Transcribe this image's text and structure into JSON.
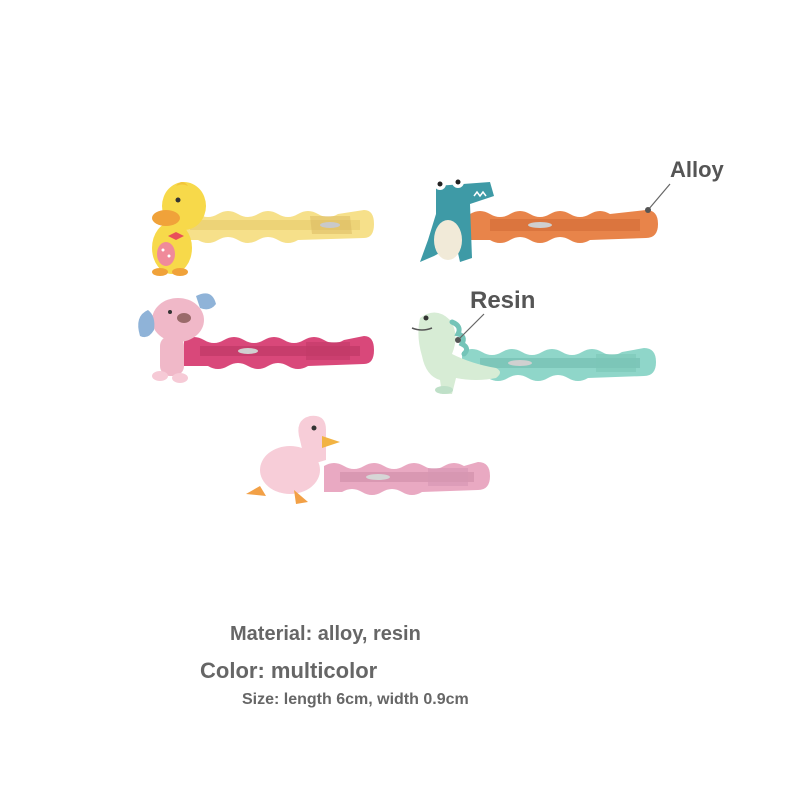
{
  "product": {
    "callouts": {
      "alloy": "Alloy",
      "resin": "Resin"
    },
    "clips": [
      {
        "figure": "duck-yellow",
        "color": "#f6e08a"
      },
      {
        "figure": "crocodile-teal",
        "color": "#e8844a"
      },
      {
        "figure": "dog-pink",
        "color": "#d9487a"
      },
      {
        "figure": "dinosaur-mint",
        "color": "#8fd6c9"
      },
      {
        "figure": "goose-pink",
        "color": "#e9a9c2"
      }
    ],
    "specs": {
      "material": "Material: alloy, resin",
      "color": "Color: multicolor",
      "size": "Size: length 6cm, width 0.9cm"
    }
  }
}
